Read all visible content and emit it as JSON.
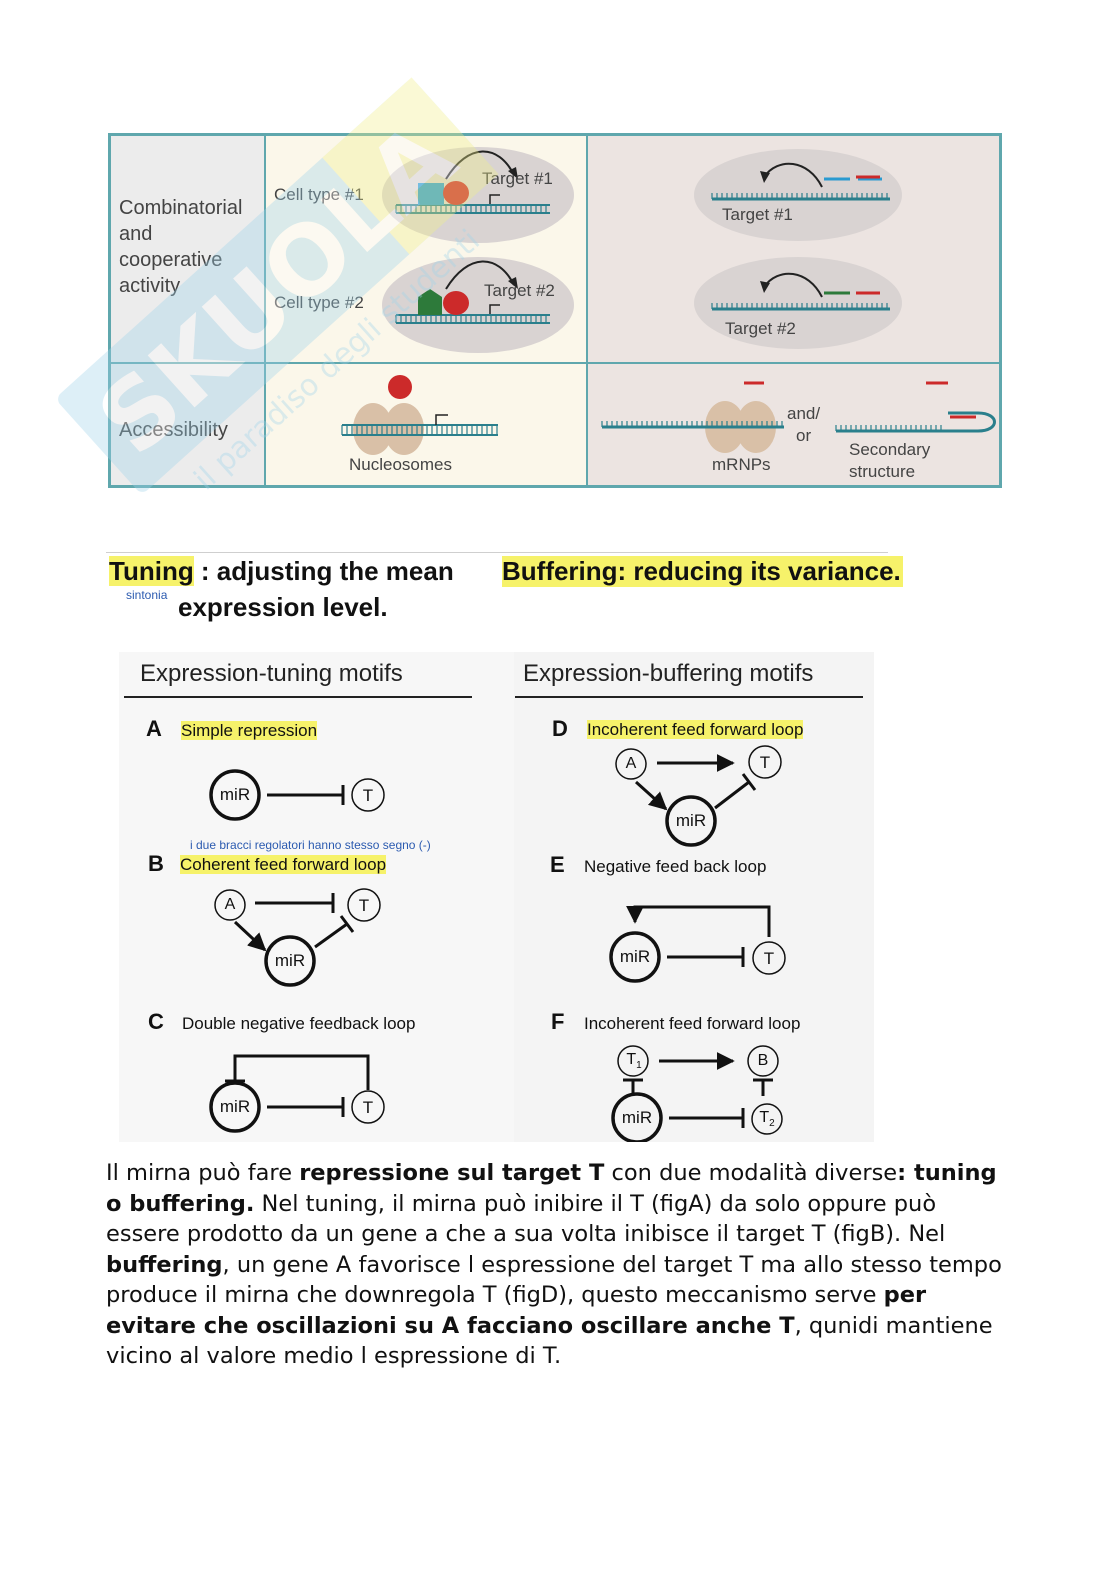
{
  "table": {
    "row1_label": [
      "Combinatorial",
      "and",
      "cooperative",
      "activity"
    ],
    "row2_label": "Accessibility",
    "cell_type_1": "Cell type #1",
    "cell_type_2": "Cell type #2",
    "target_1": "Target #1",
    "target_2": "Target #2",
    "nucleosomes": "Nucleosomes",
    "and_or": [
      "and/",
      "or"
    ],
    "mrnps": "mRNPs",
    "secondary_structure": [
      "Secondary",
      "structure"
    ]
  },
  "headings": {
    "tuning_word": "Tuning",
    "tuning_rest_1": " : adjusting the mean",
    "tuning_rest_2": "expression level.",
    "tuning_note": "sintonia",
    "buffering": "Buffering: reducing its variance."
  },
  "motifs": {
    "tuning_title": "Expression-tuning motifs",
    "buffering_title": "Expression-buffering motifs",
    "A": {
      "letter": "A",
      "name": "Simple repression"
    },
    "B": {
      "letter": "B",
      "name": "Coherent feed forward loop",
      "note": "i due bracci regolatori hanno stesso segno (-)"
    },
    "C": {
      "letter": "C",
      "name": "Double negative feedback loop"
    },
    "D": {
      "letter": "D",
      "name": "Incoherent feed forward loop"
    },
    "E": {
      "letter": "E",
      "name": "Negative feed back loop"
    },
    "F": {
      "letter": "F",
      "name": "Incoherent feed forward loop"
    },
    "nodes": {
      "mir": "miR",
      "t": "T",
      "a": "A",
      "b": "B",
      "t1": "T",
      "t1_sub": "1",
      "t2": "T",
      "t2_sub": "2"
    }
  },
  "paragraph": {
    "s1": "Il mirna può fare ",
    "b1": "repressione sul target T",
    "s2": " con due modalità diverse",
    "b2": ": tuning o buffering.",
    "s3": " Nel tuning, il mirna può inibire il T (figA) da solo oppure può essere prodotto da un gene a che a sua volta inibisce il target T (figB). Nel ",
    "b3": "buffering",
    "s4": ", un gene A favorisce l espressione del target T ma allo stesso tempo produce il mirna che downregola T (figD), questo meccanismo serve ",
    "b4": "per evitare che oscillazioni su A facciano oscillare anche T",
    "s5": ", qunidi mantiene vicino al valore medio l espressione di T."
  },
  "colors": {
    "table_border": "#5fa7ad",
    "highlight": "#f6f26a",
    "watermark": "#9fd3ea",
    "red_protein": "#cc2a2a",
    "blue_protein": "#2a9ad0",
    "green_protein": "#2d7a3a"
  }
}
